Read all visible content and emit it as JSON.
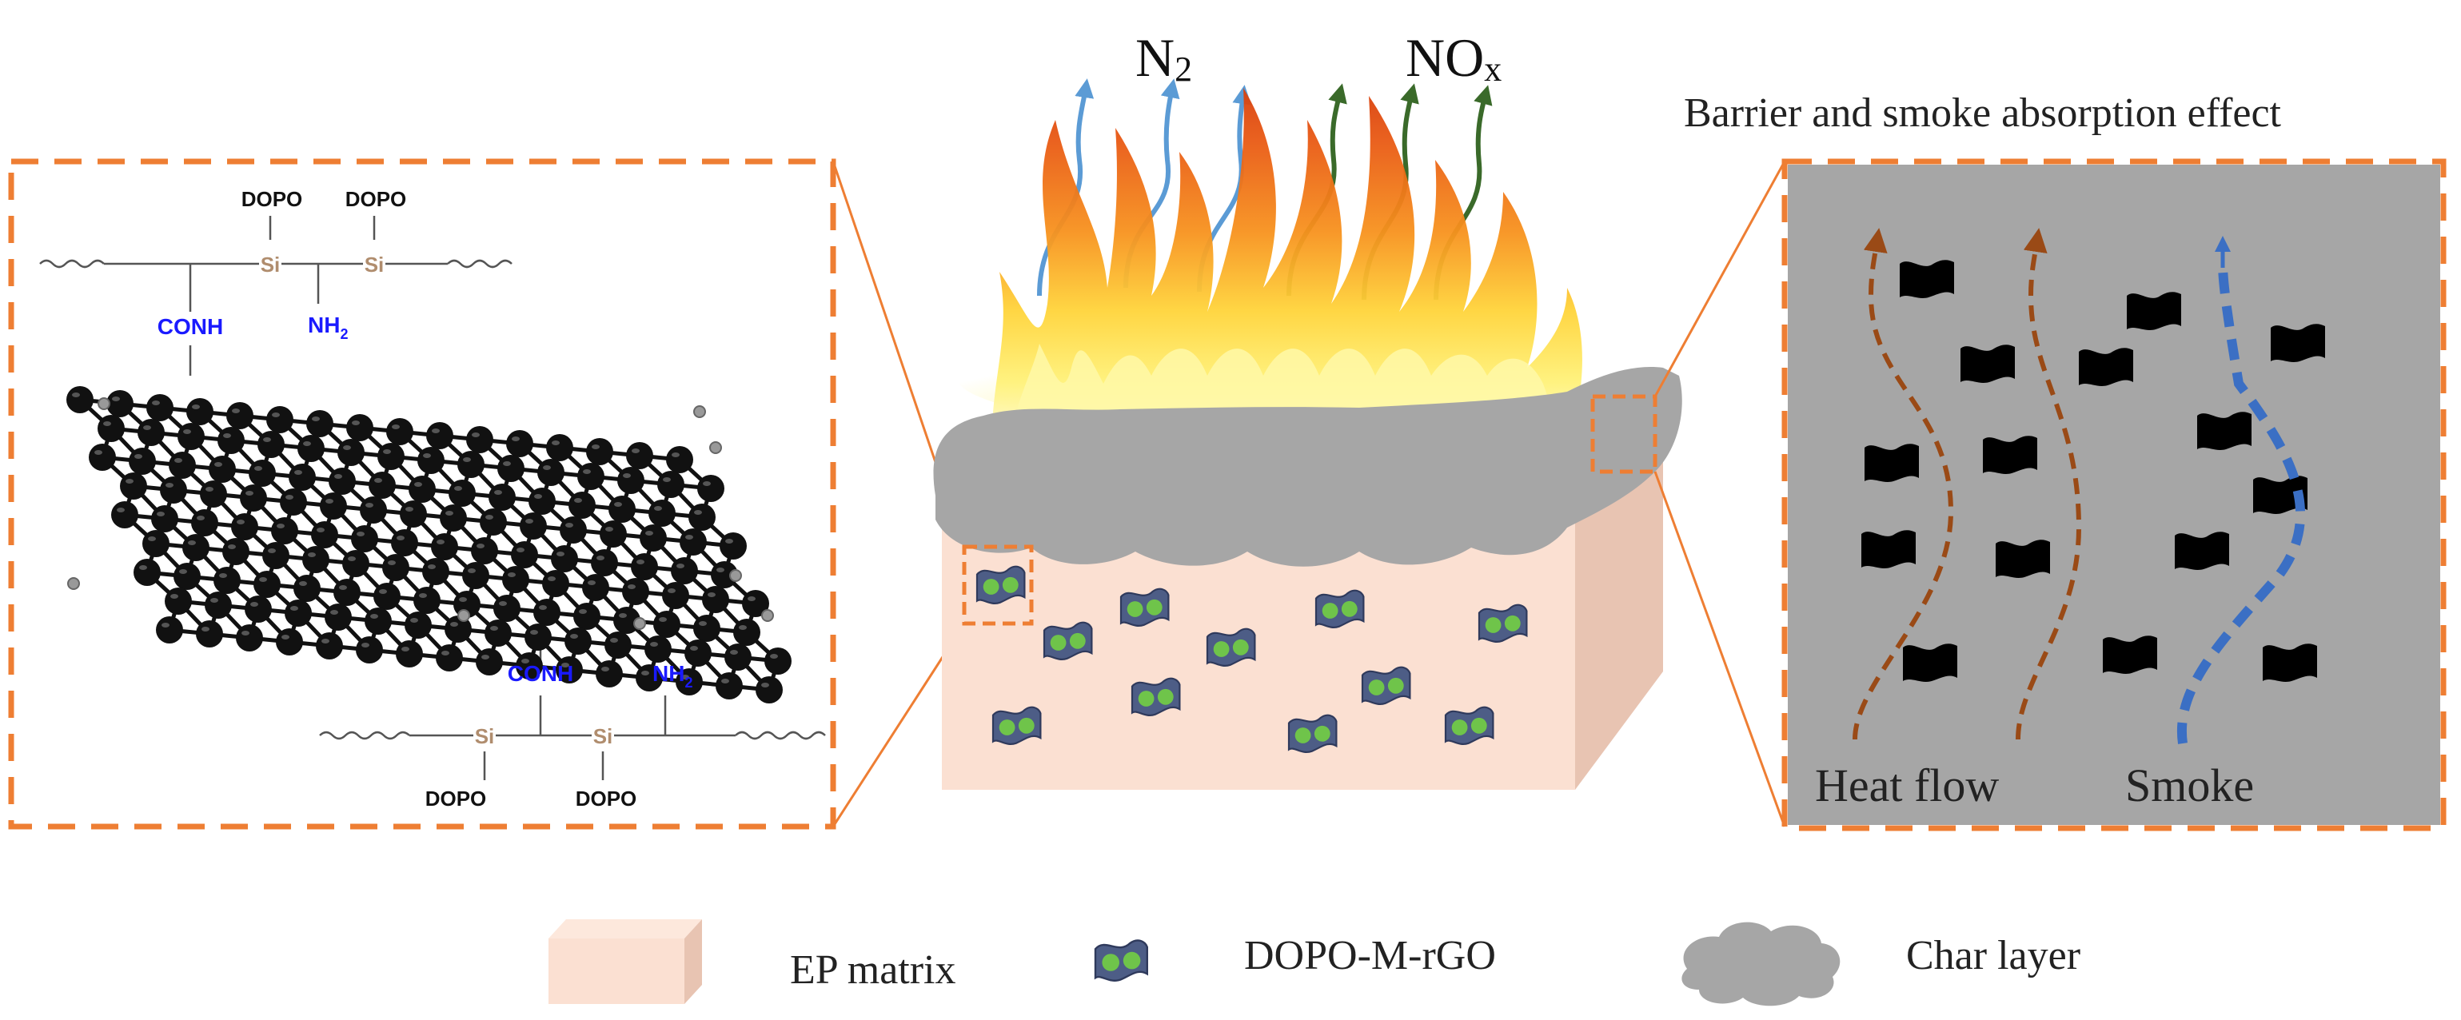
{
  "gases": {
    "n2": {
      "main": "N",
      "sub": "2"
    },
    "nox": {
      "main": "NO",
      "sub": "x"
    }
  },
  "molecule": {
    "dopo": "DOPO",
    "si": "Si",
    "conh": "CONH",
    "nh2_main": "NH",
    "nh2_sub": "2"
  },
  "panel_right": {
    "title": "Barrier and smoke absorption effect",
    "heat_flow": "Heat flow",
    "smoke": "Smoke"
  },
  "legend": {
    "ep_matrix": "EP matrix",
    "dopo_m_rgo": "DOPO-M-rGO",
    "char_layer": "Char layer"
  },
  "colors": {
    "dashed_orange": "#ee7e33",
    "char_grey": "#a6a6a6",
    "matrix": "#fbe0d2",
    "si_label": "#b08d6e",
    "amide_blue": "#1a1aff",
    "heat_arrow": "#9a4a16",
    "smoke_arrow": "#3b6fc4",
    "n2_arrow": "#5b9bd5",
    "nox_arrow": "#3a6a2a"
  }
}
